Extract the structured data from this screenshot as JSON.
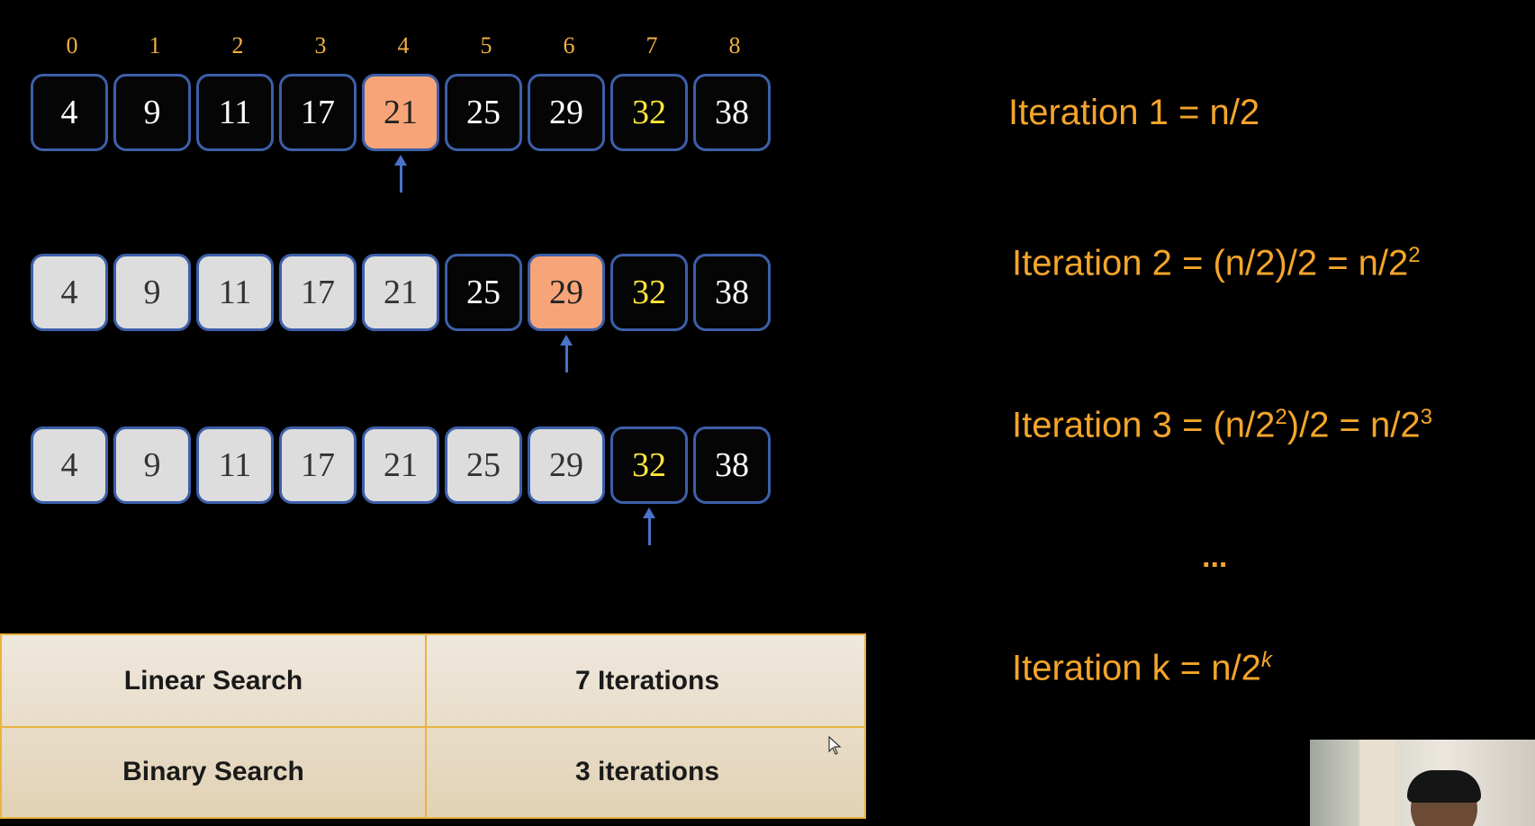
{
  "indices": [
    "0",
    "1",
    "2",
    "3",
    "4",
    "5",
    "6",
    "7",
    "8"
  ],
  "rows": [
    {
      "values": [
        "4",
        "9",
        "11",
        "17",
        "21",
        "25",
        "29",
        "32",
        "38"
      ],
      "states": [
        "normal",
        "normal",
        "normal",
        "normal",
        "mid",
        "normal",
        "normal",
        "target",
        "normal"
      ],
      "pointer_index": 4
    },
    {
      "values": [
        "4",
        "9",
        "11",
        "17",
        "21",
        "25",
        "29",
        "32",
        "38"
      ],
      "states": [
        "grey",
        "grey",
        "grey",
        "grey",
        "grey",
        "normal",
        "mid",
        "target",
        "normal"
      ],
      "pointer_index": 6
    },
    {
      "values": [
        "4",
        "9",
        "11",
        "17",
        "21",
        "25",
        "29",
        "32",
        "38"
      ],
      "states": [
        "grey",
        "grey",
        "grey",
        "grey",
        "grey",
        "grey",
        "grey",
        "target",
        "normal"
      ],
      "pointer_index": 7
    }
  ],
  "iterations": {
    "it1": "Iteration 1 = n/2",
    "it2_main": "Iteration 2 = (n/2)/2 = n/2",
    "it2_exp": "2",
    "it3_pre": "Iteration 3 = (n/2",
    "it3_exp1": "2",
    "it3_mid": ")/2 = n/2",
    "it3_exp2": "3",
    "ellipsis": "...",
    "itk_main": "Iteration k = n/2",
    "itk_exp": "k"
  },
  "comparison_table": {
    "rows": [
      {
        "method": "Linear Search",
        "result": "7 Iterations"
      },
      {
        "method": "Binary Search",
        "result": "3 iterations"
      }
    ]
  },
  "colors": {
    "accent": "#f4a52a",
    "cell_border": "#3c5fa8",
    "mid_cell": "#f7a578",
    "target_text": "#ffe53a",
    "eliminated": "#dddddd"
  },
  "icons": {
    "cursor": "mouse-pointer-icon"
  }
}
